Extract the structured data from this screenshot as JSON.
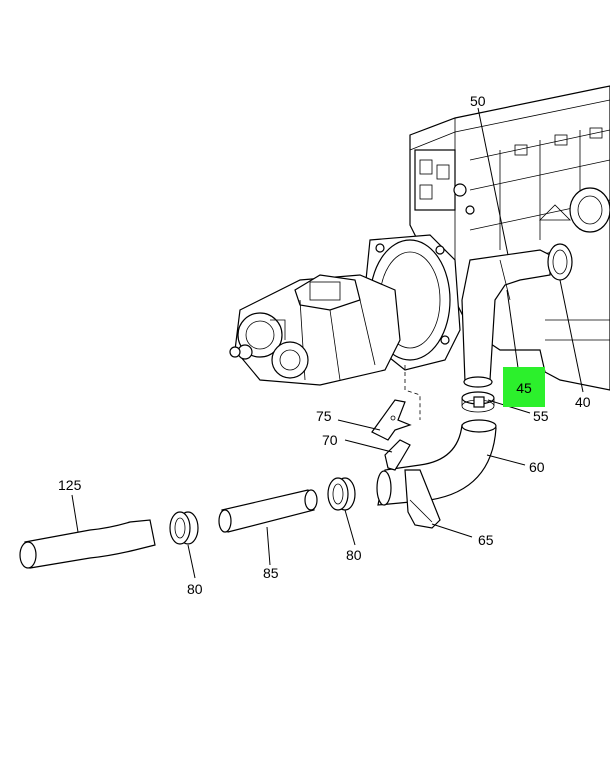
{
  "highlight_color": "#2cf02c",
  "callouts": {
    "c125": "125",
    "c80a": "80",
    "c85": "85",
    "c80b": "80",
    "c75": "75",
    "c70": "70",
    "c60": "60",
    "c65": "65",
    "c55": "55",
    "c45": "45",
    "c40": "40",
    "c50": "50"
  }
}
